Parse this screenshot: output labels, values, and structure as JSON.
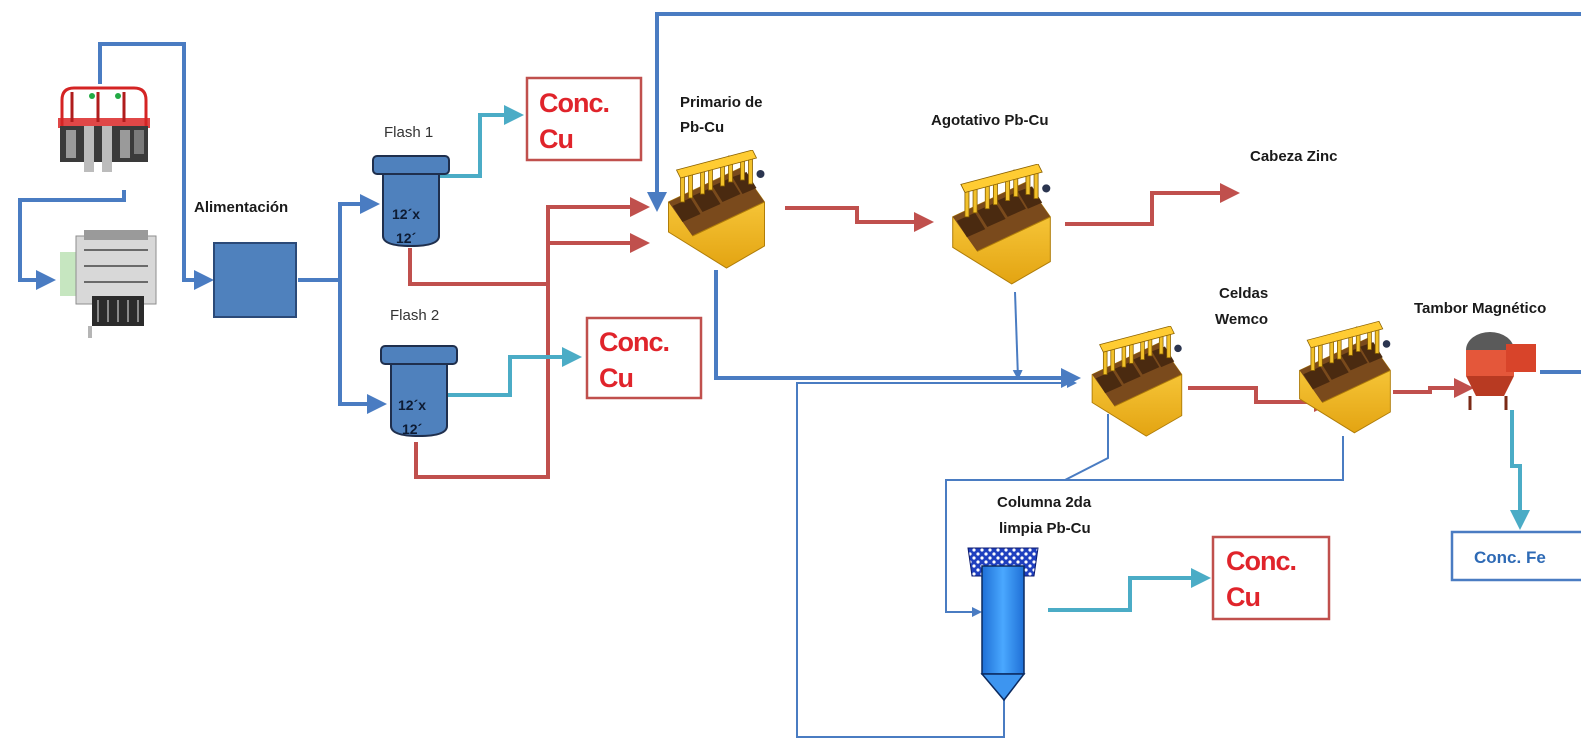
{
  "colors": {
    "blue_line": "#4a7cc2",
    "red_line": "#c0504d",
    "cyan_line": "#4bacc6",
    "conc_red": "#e0242b",
    "equipment_blue": "#4f81bd",
    "cell_yellow": "#f2b619"
  },
  "labels": {
    "alimentacion": "Alimentación",
    "flash1": "Flash 1",
    "flash2": "Flash 2",
    "tank_text": "12´x 12´",
    "tank_line1": "12´x",
    "tank_line2": "12´",
    "primario_line1": "Primario de",
    "primario_line2": "Pb-Cu",
    "agotativo": "Agotativo Pb-Cu",
    "cabeza_zinc": "Cabeza Zinc",
    "celdas_line1": "Celdas",
    "celdas_line2": "Wemco",
    "tambor": "Tambor Magnético",
    "columna_line1": "Columna 2da",
    "columna_line2": "limpia Pb-Cu"
  },
  "products": {
    "conc_cu_line1": "Conc.",
    "conc_cu_line2": "Cu",
    "conc_fe": "Conc. Fe"
  },
  "icons": [
    "hydrocyclone-icon",
    "ball-mill-icon",
    "flotation-cell-icon",
    "flash-tank-icon",
    "column-cell-icon",
    "magnetic-drum-icon"
  ]
}
